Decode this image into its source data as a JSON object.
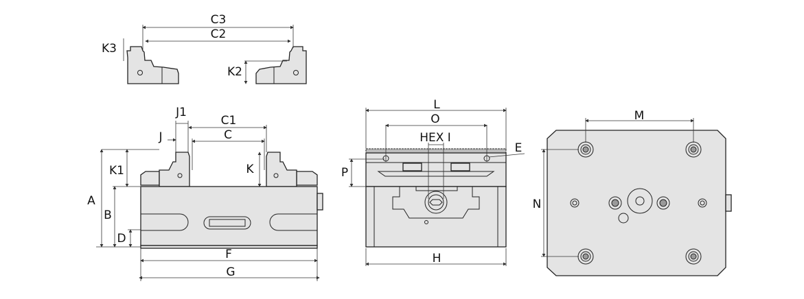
{
  "labels": {
    "C3": "C3",
    "C2": "C2",
    "K3": "K3",
    "K2": "K2",
    "J1": "J1",
    "C1": "C1",
    "J": "J",
    "C": "C",
    "K1": "K1",
    "K": "K",
    "A": "A",
    "B": "B",
    "D": "D",
    "F": "F",
    "G": "G",
    "L": "L",
    "O": "O",
    "HEX": "HEX I",
    "E": "E",
    "P": "P",
    "H": "H",
    "M": "M",
    "N": "N"
  },
  "colors": {
    "fill": "#e4e4e4",
    "stroke": "#222222"
  }
}
